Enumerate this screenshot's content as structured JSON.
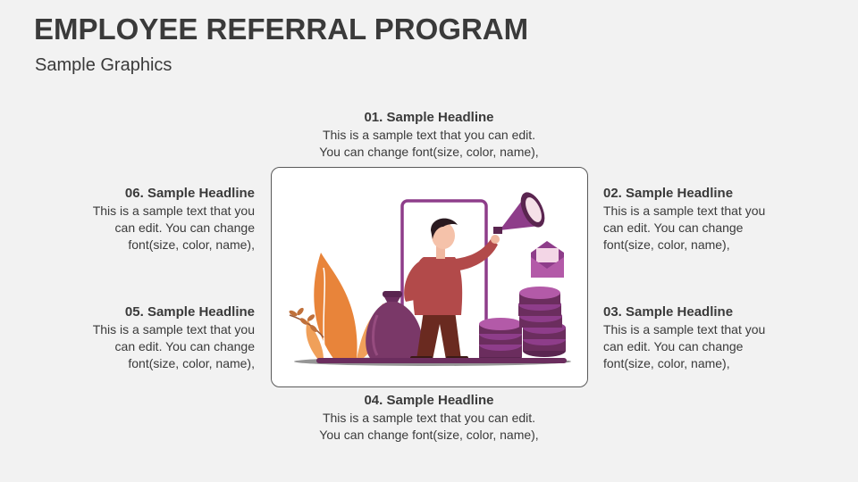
{
  "slide": {
    "title": "EMPLOYEE REFERRAL PROGRAM",
    "subtitle": "Sample Graphics"
  },
  "items": [
    {
      "headline": "01. Sample Headline",
      "line1": "This is a sample text that you can edit.",
      "line2": "You can change font(size, color, name),"
    },
    {
      "headline": "02. Sample Headline",
      "line1": "This is a sample text that you",
      "line2": "can edit. You can change",
      "line3": "font(size, color, name),"
    },
    {
      "headline": "03. Sample Headline",
      "line1": "This is a sample text that you",
      "line2": "can edit. You can change",
      "line3": "font(size, color, name),"
    },
    {
      "headline": "04. Sample Headline",
      "line1": "This is a sample text that you can edit.",
      "line2": "You can change font(size, color, name),"
    },
    {
      "headline": "05. Sample Headline",
      "line1": "This is a sample text that you",
      "line2": "can edit. You can change",
      "line3": "font(size, color, name),"
    },
    {
      "headline": "06. Sample Headline",
      "line1": "This is a sample text that you",
      "line2": "can edit. You can change",
      "line3": "font(size, color, name),"
    }
  ],
  "colors": {
    "text": "#3a3a3a",
    "purple": "#8e3d8a",
    "plum": "#6b2d5e",
    "orange": "#e8843a",
    "shirt": "#b24a4a"
  }
}
